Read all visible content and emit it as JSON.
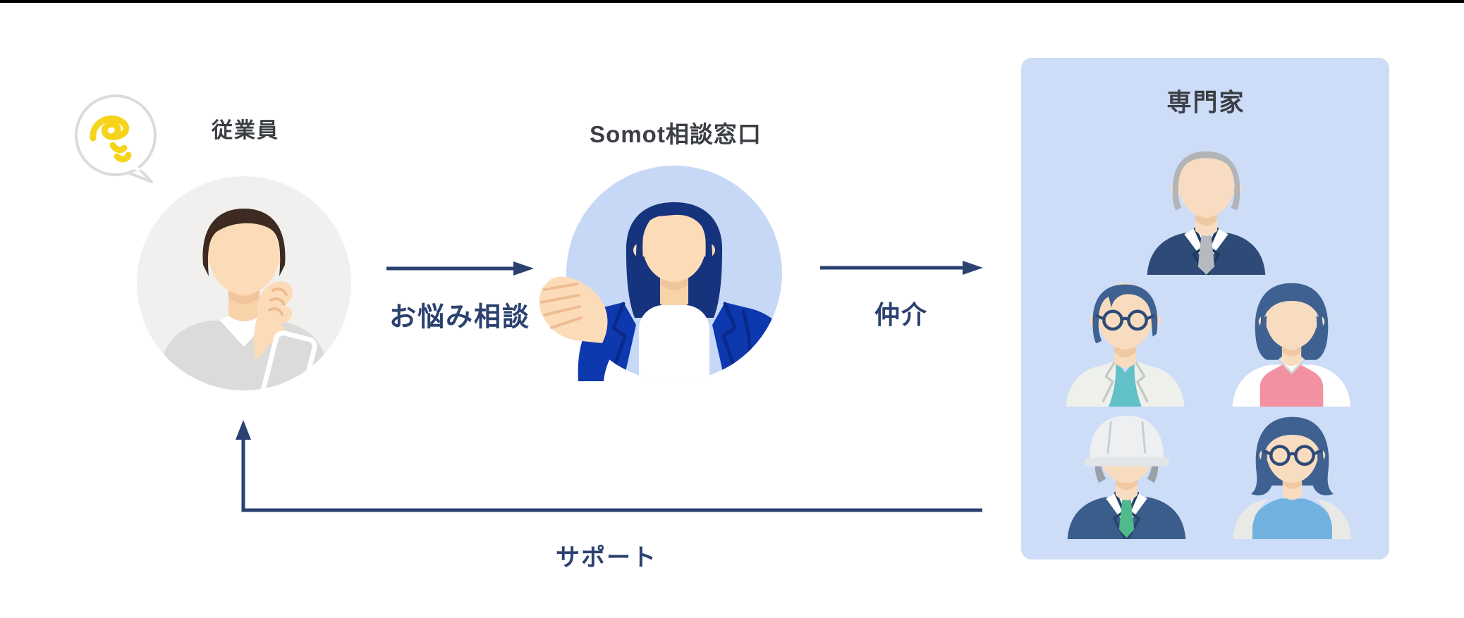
{
  "actors": {
    "employee": {
      "label": "従業員",
      "icon": "thinking-man-avatar",
      "bubble_icon": "worry-scribble",
      "circle_color": "#f1f0ee"
    },
    "somot": {
      "label": "Somot相談窓口",
      "icon": "receptionist-woman-avatar",
      "circle_color": "#c6d8f5"
    },
    "experts": {
      "label": "専門家",
      "panel_color": "#cdddf7",
      "member_icons": [
        "senior-man-suit-avatar",
        "doctor-glasses-avatar",
        "woman-pink-apron-avatar",
        "engineer-hardhat-avatar",
        "woman-glasses-avatar"
      ]
    }
  },
  "flows": {
    "consult": {
      "label": "お悩み相談",
      "from": "employee",
      "to": "somot"
    },
    "mediate": {
      "label": "仲介",
      "from": "somot",
      "to": "experts"
    },
    "support": {
      "label": "サポート",
      "from": "experts",
      "to": "employee"
    }
  },
  "colors": {
    "arrow": "#2b4170",
    "flow_label": "#2b4170",
    "heading": "#3b3e44",
    "accent_yellow": "#f7d41c",
    "jacket_blue": "#0e38ae",
    "background": "#ffffff",
    "top_bar": "#000000"
  }
}
